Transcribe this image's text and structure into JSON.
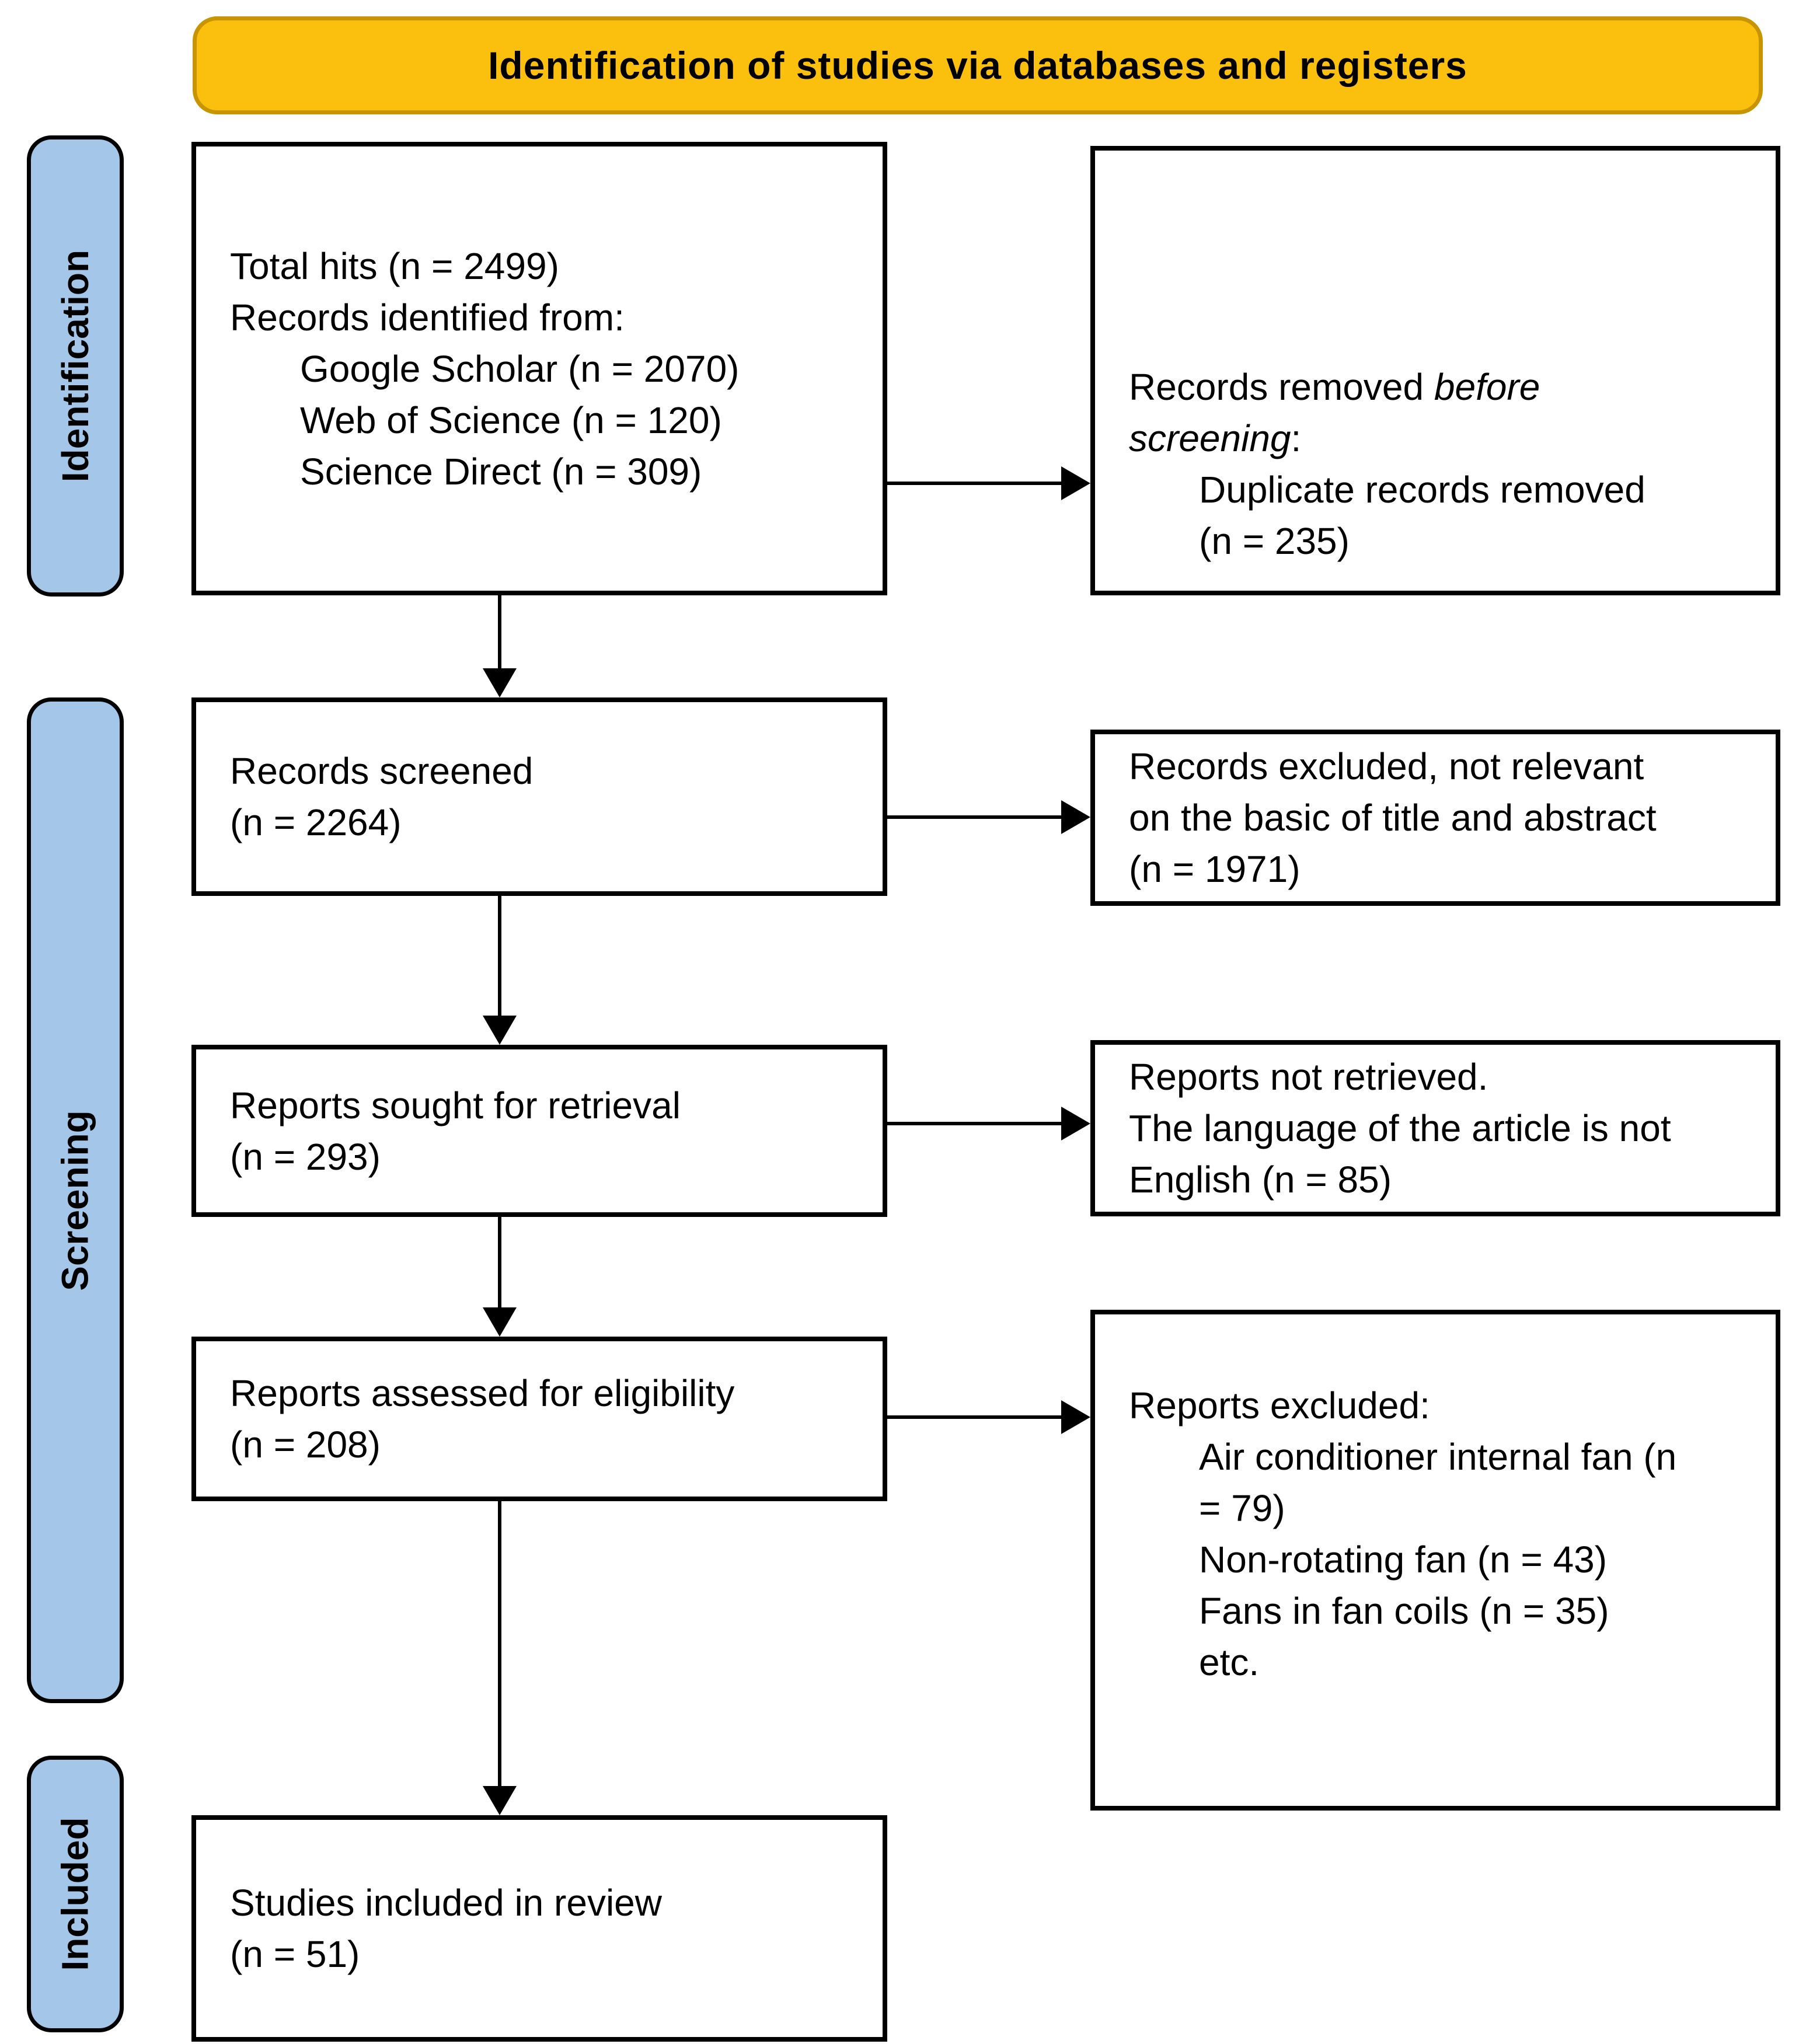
{
  "header": {
    "title": "Identification of studies via databases and registers"
  },
  "colors": {
    "banner_fill": "#FBBF0D",
    "banner_border": "#C69500",
    "stage_fill": "#A4C6E8",
    "stage_border": "#000000",
    "box_border": "#000000",
    "text": "#000000"
  },
  "stages": [
    {
      "label": "Identification"
    },
    {
      "label": "Screening"
    },
    {
      "label": "Included"
    }
  ],
  "flow": {
    "left": [
      {
        "name": "records-identified",
        "lines": [
          {
            "segments": [
              {
                "text": "Total hits (n = 2499)"
              }
            ]
          },
          {
            "segments": [
              {
                "text": "Records identified from:"
              }
            ]
          },
          {
            "indent": true,
            "segments": [
              {
                "text": "Google Scholar (n = 2070)"
              }
            ]
          },
          {
            "indent": true,
            "segments": [
              {
                "text": "Web of Science (n = 120)"
              }
            ]
          },
          {
            "indent": true,
            "segments": [
              {
                "text": "Science Direct (n = 309)"
              }
            ]
          }
        ]
      },
      {
        "name": "records-screened",
        "lines": [
          {
            "segments": [
              {
                "text": "Records screened"
              }
            ]
          },
          {
            "segments": [
              {
                "text": "(n = 2264)"
              }
            ]
          }
        ]
      },
      {
        "name": "reports-sought",
        "lines": [
          {
            "segments": [
              {
                "text": "Reports sought for retrieval"
              }
            ]
          },
          {
            "segments": [
              {
                "text": "(n = 293)"
              }
            ]
          }
        ]
      },
      {
        "name": "reports-assessed",
        "lines": [
          {
            "segments": [
              {
                "text": "Reports assessed for eligibility"
              }
            ]
          },
          {
            "segments": [
              {
                "text": "(n = 208)"
              }
            ]
          }
        ]
      },
      {
        "name": "studies-included",
        "lines": [
          {
            "segments": [
              {
                "text": "Studies included in review"
              }
            ]
          },
          {
            "segments": [
              {
                "text": "(n = 51)"
              }
            ]
          }
        ]
      }
    ],
    "right": [
      {
        "name": "records-removed-before-screening",
        "lines": [
          {
            "segments": [
              {
                "text": "Records removed "
              },
              {
                "text": "before",
                "italic": true
              }
            ]
          },
          {
            "segments": [
              {
                "text": "screening",
                "italic": true
              },
              {
                "text": ":"
              }
            ]
          },
          {
            "indent": true,
            "segments": [
              {
                "text": "Duplicate records removed"
              }
            ]
          },
          {
            "indent": true,
            "segments": [
              {
                "text": "(n = 235)"
              }
            ]
          }
        ]
      },
      {
        "name": "records-excluded",
        "lines": [
          {
            "segments": [
              {
                "text": "Records excluded, not relevant"
              }
            ]
          },
          {
            "segments": [
              {
                "text": "on the basic of title and abstract"
              }
            ]
          },
          {
            "segments": [
              {
                "text": "(n = 1971)"
              }
            ]
          }
        ]
      },
      {
        "name": "reports-not-retrieved",
        "lines": [
          {
            "segments": [
              {
                "text": "Reports not retrieved."
              }
            ]
          },
          {
            "segments": [
              {
                "text": "The language of the article is not"
              }
            ]
          },
          {
            "segments": [
              {
                "text": "English (n = 85)"
              }
            ]
          }
        ]
      },
      {
        "name": "reports-excluded",
        "lines": [
          {
            "segments": [
              {
                "text": "Reports excluded:"
              }
            ]
          },
          {
            "indent": true,
            "segments": [
              {
                "text": "Air conditioner internal fan (n"
              }
            ]
          },
          {
            "indent": true,
            "segments": [
              {
                "text": "= 79)"
              }
            ]
          },
          {
            "indent": true,
            "segments": [
              {
                "text": "Non-rotating fan (n = 43)"
              }
            ]
          },
          {
            "indent": true,
            "segments": [
              {
                "text": "Fans in fan coils (n = 35)"
              }
            ]
          },
          {
            "indent": true,
            "segments": [
              {
                "text": "etc."
              }
            ]
          }
        ]
      }
    ]
  }
}
